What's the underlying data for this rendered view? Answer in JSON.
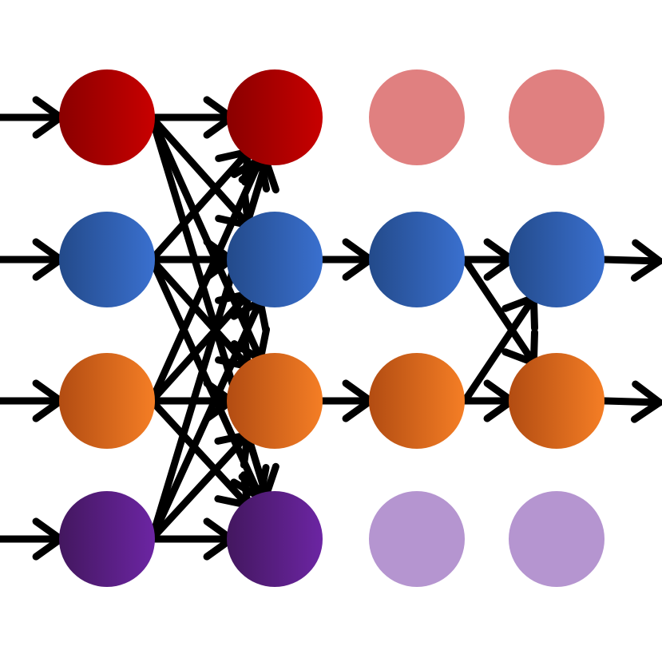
{
  "diagram": {
    "type": "neural-network-diagram",
    "node_colors": {
      "red": [
        "#8a0000",
        "#c80000"
      ],
      "blue": [
        "#234a8a",
        "#3a70cf"
      ],
      "orange": [
        "#b24c12",
        "#f57e25"
      ],
      "purple": [
        "#43175f",
        "#6c25a3"
      ],
      "faded_red": "#e08080",
      "faded_purple": "#b595d0"
    },
    "edge_color": "#000000",
    "columns": [
      {
        "id": "layer-1",
        "nodes": [
          {
            "id": "l1-red",
            "color": "red",
            "active": true
          },
          {
            "id": "l1-blue",
            "color": "blue",
            "active": true
          },
          {
            "id": "l1-orange",
            "color": "orange",
            "active": true
          },
          {
            "id": "l1-purple",
            "color": "purple",
            "active": true
          }
        ]
      },
      {
        "id": "layer-2",
        "nodes": [
          {
            "id": "l2-red",
            "color": "red",
            "active": true
          },
          {
            "id": "l2-blue",
            "color": "blue",
            "active": true
          },
          {
            "id": "l2-orange",
            "color": "orange",
            "active": true
          },
          {
            "id": "l2-purple",
            "color": "purple",
            "active": true
          }
        ]
      },
      {
        "id": "layer-3",
        "nodes": [
          {
            "id": "l3-red",
            "color": "faded_red",
            "active": false
          },
          {
            "id": "l3-blue",
            "color": "blue",
            "active": true
          },
          {
            "id": "l3-orange",
            "color": "orange",
            "active": true
          },
          {
            "id": "l3-purple",
            "color": "faded_purple",
            "active": false
          }
        ]
      },
      {
        "id": "layer-4",
        "nodes": [
          {
            "id": "l4-red",
            "color": "faded_red",
            "active": false
          },
          {
            "id": "l4-blue",
            "color": "blue",
            "active": true
          },
          {
            "id": "l4-orange",
            "color": "orange",
            "active": true
          },
          {
            "id": "l4-purple",
            "color": "faded_purple",
            "active": false
          }
        ]
      }
    ],
    "connections": {
      "inputs_to_layer_1": [
        0,
        1,
        2,
        3
      ],
      "layer_1_to_layer_2": "fully-connected",
      "layer_2_to_layer_3": [
        [
          1,
          1
        ],
        [
          2,
          2
        ]
      ],
      "layer_3_to_layer_4": "fully-connected-active",
      "layer_4_outputs": [
        1,
        2
      ]
    }
  }
}
